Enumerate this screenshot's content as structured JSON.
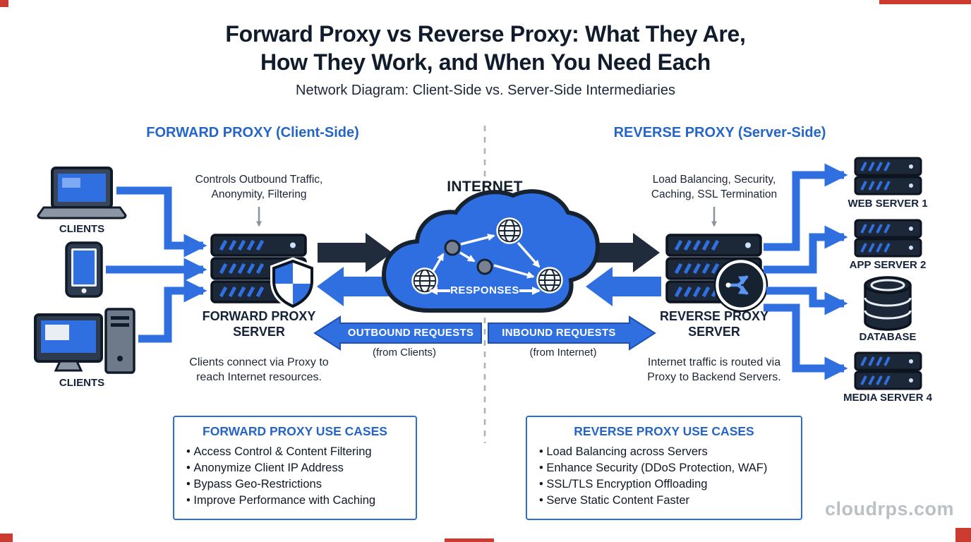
{
  "header": {
    "title_line1": "Forward Proxy vs Reverse Proxy: What They Are,",
    "title_line2": "How They Work, and When You Need Each",
    "subtitle": "Network Diagram: Client-Side vs. Server-Side Intermediaries"
  },
  "forward": {
    "heading": "FORWARD PROXY (Client-Side)",
    "note": "Controls Outbound Traffic, Anonymity, Filtering",
    "clients_top": "CLIENTS",
    "clients_bottom": "CLIENTS",
    "proxy_name": "FORWARD PROXY SERVER",
    "description": "Clients connect via Proxy to reach Internet resources.",
    "flow_label": "OUTBOUND REQUESTS",
    "flow_sub": "(from Clients)"
  },
  "reverse": {
    "heading": "REVERSE PROXY (Server-Side)",
    "note": "Load Balancing, Security, Caching, SSL Termination",
    "proxy_name": "REVERSE PROXY SERVER",
    "description": "Internet traffic is routed via Proxy to Backend Servers.",
    "flow_label": "INBOUND REQUESTS",
    "flow_sub": "(from Internet)",
    "servers": [
      "WEB SERVER 1",
      "APP SERVER 2",
      "DATABASE",
      "MEDIA SERVER 4"
    ]
  },
  "internet": {
    "label": "INTERNET",
    "responses": "RESPONSES"
  },
  "use_cases": {
    "forward_title": "FORWARD PROXY USE CASES",
    "forward_items": [
      "Access Control & Content Filtering",
      "Anonymize Client IP Address",
      "Bypass Geo-Restrictions",
      "Improve Performance with Caching"
    ],
    "reverse_title": "REVERSE PROXY USE CASES",
    "reverse_items": [
      "Load Balancing across Servers",
      "Enhance Security (DDoS Protection, WAF)",
      "SSL/TLS Encryption Offloading",
      "Serve Static Content Faster"
    ]
  },
  "watermark": "cloudrps.com",
  "colors": {
    "accent_blue": "#2b6fd4",
    "arrow_blue": "#2f6fe0",
    "dark_navy": "#1c2737",
    "cloud_blue": "#2e6ee0"
  }
}
